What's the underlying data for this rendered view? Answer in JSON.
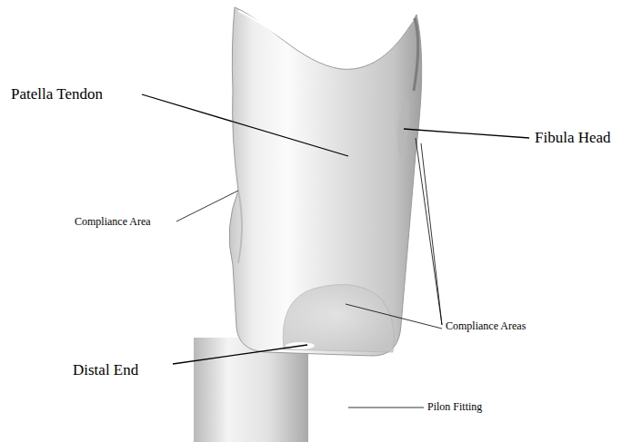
{
  "diagram": {
    "labels": [
      "Patella Tendon",
      "Fibula Head",
      "Compliance Area",
      "Compliance Areas",
      "Distal End",
      "Pilon Fitting"
    ]
  }
}
